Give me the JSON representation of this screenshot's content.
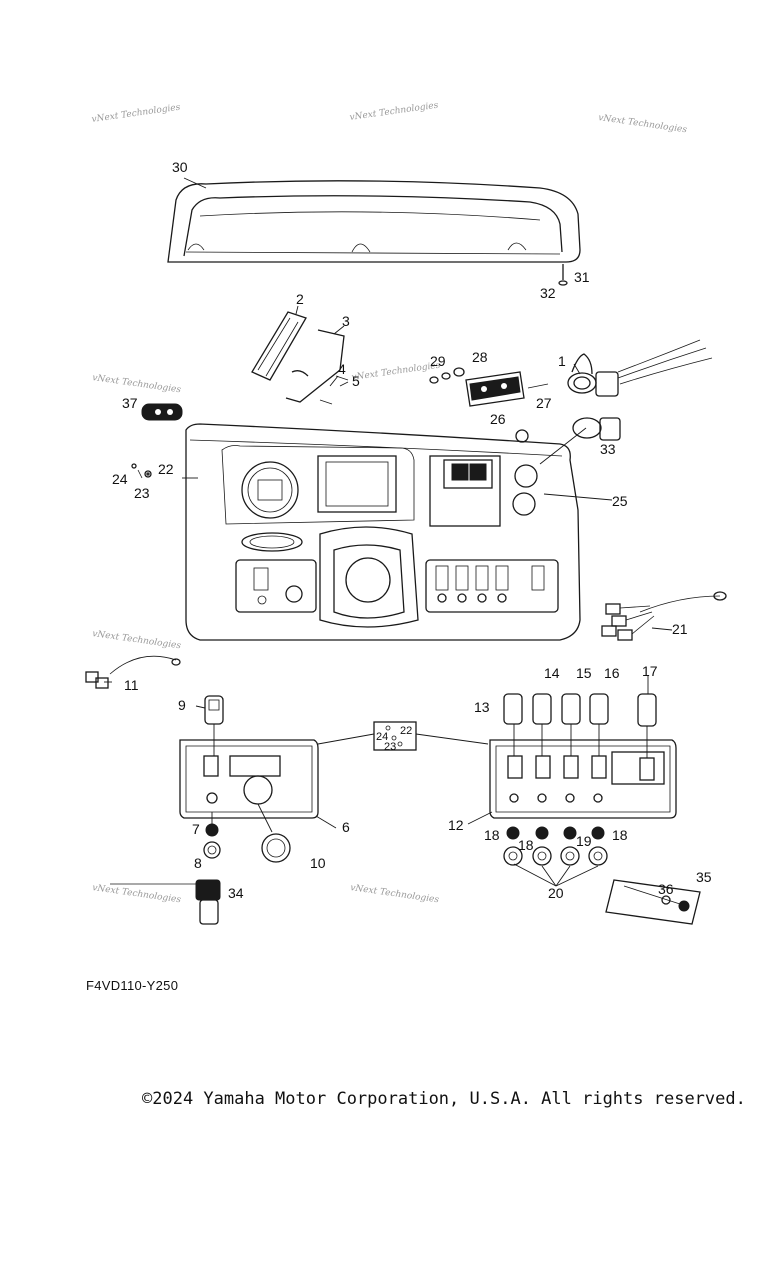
{
  "watermark": "vNext Technologies",
  "diagram_code": "F4VD110-Y250",
  "copyright": "©2024 Yamaha Motor Corporation, U.S.A. All rights reserved.",
  "callouts": {
    "c1": "1",
    "c2": "2",
    "c3": "3",
    "c4": "4",
    "c5": "5",
    "c6": "6",
    "c7": "7",
    "c8": "8",
    "c9": "9",
    "c10": "10",
    "c11": "11",
    "c12": "12",
    "c13": "13",
    "c14": "14",
    "c15": "15",
    "c16": "16",
    "c17": "17",
    "c18": "18",
    "c19": "19",
    "c20": "20",
    "c21": "21",
    "c22": "22",
    "c23": "23",
    "c24": "24",
    "c25": "25",
    "c26": "26",
    "c27": "27",
    "c28": "28",
    "c29": "29",
    "c30": "30",
    "c31": "31",
    "c32": "32",
    "c33": "33",
    "c34": "34",
    "c35": "35",
    "c36": "36",
    "c37": "37"
  },
  "colors": {
    "line": "#1a1a1a",
    "watermark": "#9a9a9a",
    "background": "#ffffff"
  }
}
